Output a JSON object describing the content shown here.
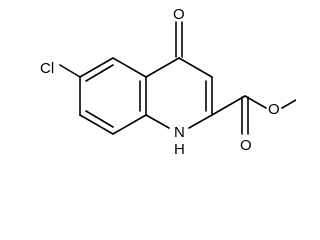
{
  "molecule": {
    "atoms": {
      "chlorine": "Cl",
      "carbonyl_oxygen": "O",
      "nitrogen": "N",
      "hydrogen_on_nitrogen": "H",
      "ester_carbonyl_oxygen": "O",
      "ester_ether_oxygen": "O"
    }
  },
  "colors": {
    "bond": "#000000",
    "label": "#000000",
    "background": "#ffffff"
  }
}
